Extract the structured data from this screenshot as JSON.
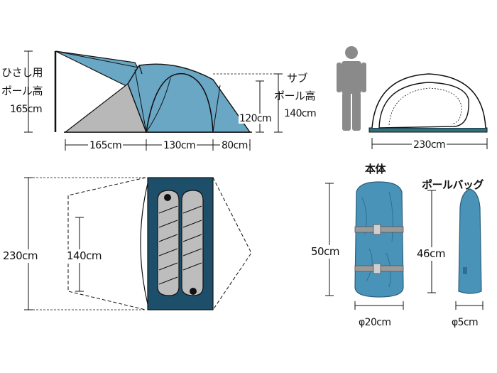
{
  "side_view": {
    "awning_pole_label_1": "ひさし用",
    "awning_pole_label_2": "ポール高",
    "awning_pole_height": "165cm",
    "sub_pole_label_1": "サブ",
    "sub_pole_label_2": "ポール高",
    "sub_pole_height": "140cm",
    "inner_height": "120cm",
    "width_front": "165cm",
    "width_middle": "130cm",
    "width_rear": "80cm"
  },
  "front_view": {
    "width": "230cm"
  },
  "floor_plan": {
    "depth": "230cm",
    "inner_width": "140cm"
  },
  "tent_bag": {
    "title": "本体",
    "height": "50cm",
    "diameter": "φ20cm"
  },
  "pole_bag": {
    "title": "ポールバッグ",
    "height": "46cm",
    "diameter": "φ5cm"
  },
  "colors": {
    "fly_blue": "#6aa7c4",
    "inner_navy": "#1e4f6a",
    "vestibule_gray": "#b8b8b8",
    "floor_teal": "#2f6f7e",
    "bag_blue": "#4a93b8",
    "person_gray": "#8a8a8a"
  }
}
